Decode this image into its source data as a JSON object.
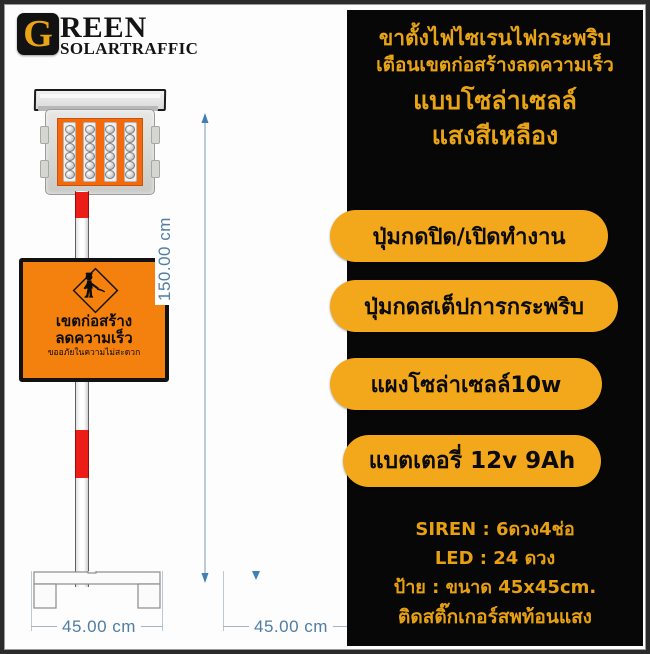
{
  "brand": {
    "badge_letter": "G",
    "name_main": "REEN",
    "name_sub": "SOLARTRAFFIC",
    "badge_bg": "#121212",
    "badge_fg": "#e8a317"
  },
  "headline": {
    "line1": "ขาตั้งไฟไซเรนไฟกระพริบ",
    "line2": "เตือนเขตก่อสร้างลดความเร็ว",
    "line3": "แบบโซล่าเซลล์",
    "line4": "แสงสีเหลือง",
    "color": "#e9a415",
    "background": "#070707"
  },
  "features": [
    {
      "label": "ปุ่มกดปิด/เปิดทำงาน"
    },
    {
      "label": "ปุ่มกดสเต็ปการกระพริบ"
    },
    {
      "label": "แผงโซล่าเซลล์10w"
    },
    {
      "label": "แบตเตอรี่ 12v 9Ah"
    }
  ],
  "feature_style": {
    "fill": "#f3a81b",
    "text": "#0b0b0b"
  },
  "specs": [
    {
      "line": "SIREN : 6ดวง4ช่อ"
    },
    {
      "line": "LED :  24 ดวง"
    },
    {
      "line": "ป้าย : ขนาด 45x45cm."
    },
    {
      "line": "ติดสติ๊กเกอร์สพท้อนแสง"
    }
  ],
  "spec_color": "#e6a012",
  "road_sign": {
    "line1": "เขตก่อสร้าง",
    "line2": "ลดความเร็ว",
    "line3": "ขออภัยในความไม่สะดวก",
    "fill": "#f4800d",
    "border": "#121212",
    "pictogram": "road-worker-digging"
  },
  "dimensions": {
    "height": "150.00 cm",
    "base_width_front": "45.00 cm",
    "base_width_side": "45.00 cm",
    "color": "#4f7da3"
  },
  "hardware": {
    "led_count": 24,
    "led_strips": 4,
    "leds_per_strip": 6,
    "led_panel_color": "#f4690b",
    "pole_band_color": "#ec1c16"
  }
}
